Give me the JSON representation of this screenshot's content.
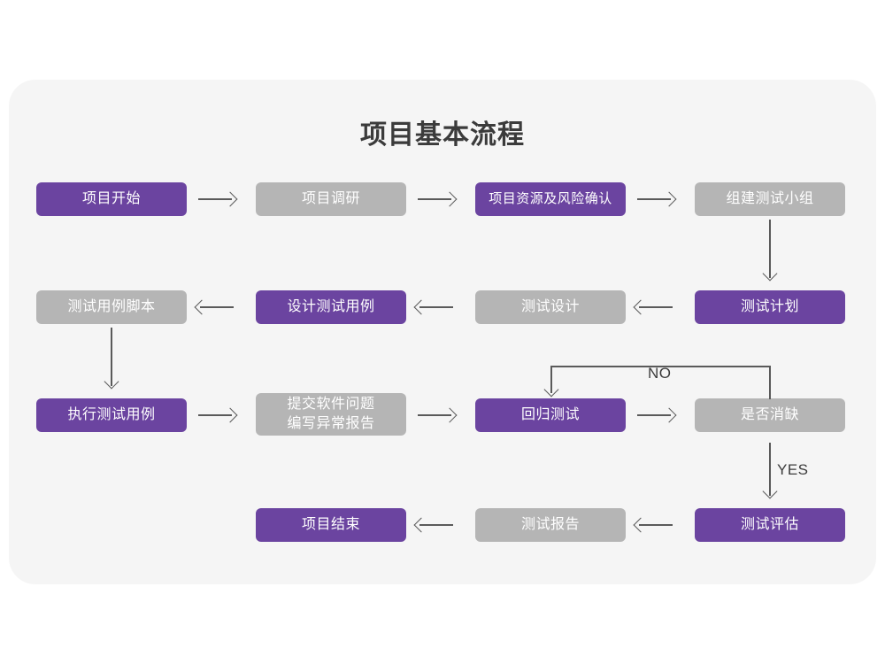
{
  "diagram": {
    "title": "项目基本流程",
    "background_color": "#ffffff",
    "card_color": "#f5f5f5",
    "accent_color": "#6b44a0",
    "muted_color": "#b5b5b5",
    "connector_color": "#5a5a5a",
    "title_color": "#3b3b3b"
  },
  "nodes": [
    {
      "id": "n1",
      "label": "项目开始",
      "style": "purple",
      "row": 1,
      "col": 1
    },
    {
      "id": "n2",
      "label": "项目调研",
      "style": "gray",
      "row": 1,
      "col": 2
    },
    {
      "id": "n3",
      "label": "项目资源及风险确认",
      "style": "purple",
      "row": 1,
      "col": 3
    },
    {
      "id": "n4",
      "label": "组建测试小组",
      "style": "gray",
      "row": 1,
      "col": 4
    },
    {
      "id": "n5",
      "label": "测试用例脚本",
      "style": "gray",
      "row": 2,
      "col": 1
    },
    {
      "id": "n6",
      "label": "设计测试用例",
      "style": "purple",
      "row": 2,
      "col": 2
    },
    {
      "id": "n7",
      "label": "测试设计",
      "style": "gray",
      "row": 2,
      "col": 3
    },
    {
      "id": "n8",
      "label": "测试计划",
      "style": "purple",
      "row": 2,
      "col": 4
    },
    {
      "id": "n9",
      "label": "执行测试用例",
      "style": "purple",
      "row": 3,
      "col": 1
    },
    {
      "id": "n10",
      "label": "提交软件问题\n编写异常报告",
      "style": "gray",
      "row": 3,
      "col": 2
    },
    {
      "id": "n11",
      "label": "回归测试",
      "style": "purple",
      "row": 3,
      "col": 3
    },
    {
      "id": "n12",
      "label": "是否消缺",
      "style": "gray",
      "row": 3,
      "col": 4
    },
    {
      "id": "n13",
      "label": "项目结束",
      "style": "purple",
      "row": 4,
      "col": 2
    },
    {
      "id": "n14",
      "label": "测试报告",
      "style": "gray",
      "row": 4,
      "col": 3
    },
    {
      "id": "n15",
      "label": "测试评估",
      "style": "purple",
      "row": 4,
      "col": 4
    }
  ],
  "branch_labels": {
    "no": "NO",
    "yes": "YES"
  },
  "edges": [
    {
      "from": "n1",
      "to": "n2",
      "direction": "right"
    },
    {
      "from": "n2",
      "to": "n3",
      "direction": "right"
    },
    {
      "from": "n3",
      "to": "n4",
      "direction": "right"
    },
    {
      "from": "n4",
      "to": "n8",
      "direction": "down"
    },
    {
      "from": "n8",
      "to": "n7",
      "direction": "left"
    },
    {
      "from": "n7",
      "to": "n6",
      "direction": "left"
    },
    {
      "from": "n6",
      "to": "n5",
      "direction": "left"
    },
    {
      "from": "n5",
      "to": "n9",
      "direction": "down"
    },
    {
      "from": "n9",
      "to": "n10",
      "direction": "right"
    },
    {
      "from": "n10",
      "to": "n11",
      "direction": "right"
    },
    {
      "from": "n11",
      "to": "n12",
      "direction": "right"
    },
    {
      "from": "n12",
      "to": "n11",
      "direction": "loop-up",
      "label": "NO"
    },
    {
      "from": "n12",
      "to": "n15",
      "direction": "down",
      "label": "YES"
    },
    {
      "from": "n15",
      "to": "n14",
      "direction": "left"
    },
    {
      "from": "n14",
      "to": "n13",
      "direction": "left"
    }
  ]
}
